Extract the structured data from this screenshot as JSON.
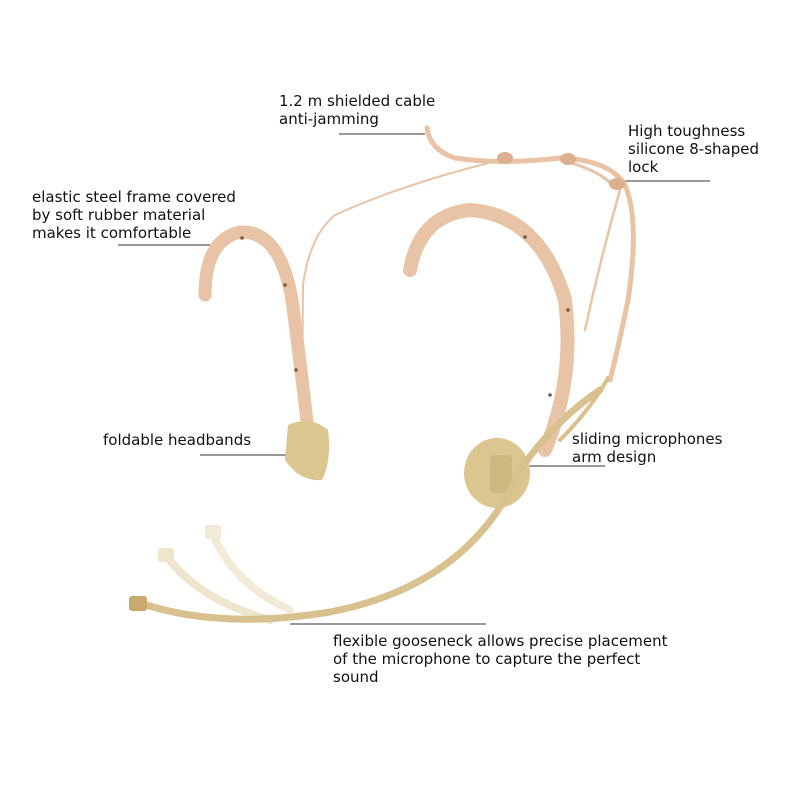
{
  "callouts": {
    "cable": {
      "line1": "1.2 m shielded cable",
      "line2": "anti-jamming"
    },
    "lock": {
      "line1": "High toughness",
      "line2": "silicone 8-shaped",
      "line3": "lock"
    },
    "frame": {
      "line1": "elastic steel frame covered",
      "line2": "by soft rubber material",
      "line3": "makes it comfortable"
    },
    "fold": {
      "line1": "foldable headbands"
    },
    "slide": {
      "line1": "sliding microphones",
      "line2": "arm design"
    },
    "goose": {
      "line1": "flexible gooseneck allows precise placement",
      "line2": "of the microphone to capture the perfect",
      "line3": "sound"
    }
  },
  "colors": {
    "skin": "#e9c3a5",
    "skin_dark": "#d4a985",
    "pad": "#dcc690",
    "boom": "#d9c18f",
    "leader": "#333333"
  }
}
